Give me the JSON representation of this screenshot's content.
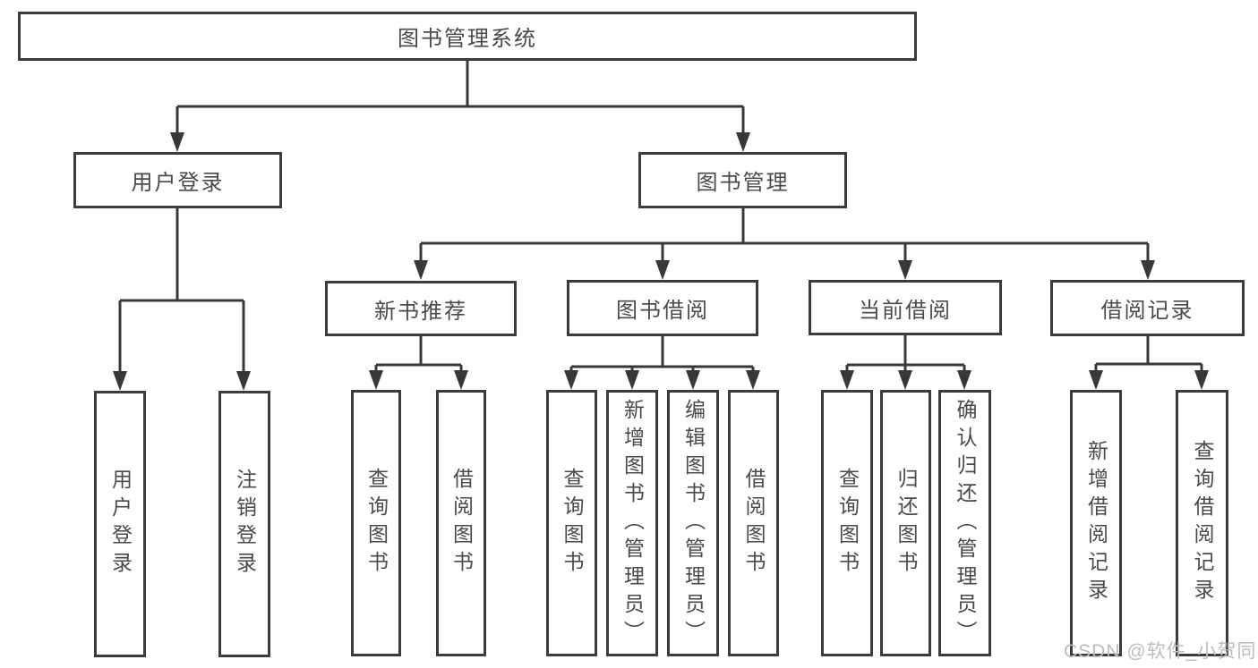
{
  "diagram": {
    "root": {
      "label": "图书管理系统"
    },
    "level2": [
      {
        "label": "用户登录",
        "children": [
          {
            "label": "用户登录"
          },
          {
            "label": "注销登录"
          }
        ]
      },
      {
        "label": "图书管理",
        "children": [
          {
            "label": "新书推荐",
            "children": [
              {
                "label": "查询图书"
              },
              {
                "label": "借阅图书"
              }
            ]
          },
          {
            "label": "图书借阅",
            "children": [
              {
                "label": "查询图书"
              },
              {
                "label": "新增图书（管理员）"
              },
              {
                "label": "编辑图书（管理员）"
              },
              {
                "label": "借阅图书"
              }
            ]
          },
          {
            "label": "当前借阅",
            "children": [
              {
                "label": "查询图书"
              },
              {
                "label": "归还图书"
              },
              {
                "label": "确认归还（管理员）"
              }
            ]
          },
          {
            "label": "借阅记录",
            "children": [
              {
                "label": "新增借阅记录"
              },
              {
                "label": "查询借阅记录"
              }
            ]
          }
        ]
      }
    ]
  },
  "watermark": {
    "text": "CSDN @软件_小贺同学"
  },
  "colors": {
    "line": "#383838",
    "border": "#3c3c3c",
    "text": "#4a4a4a",
    "watermark": "#bdbdbd"
  }
}
